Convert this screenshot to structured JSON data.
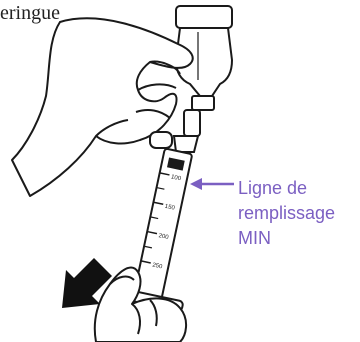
{
  "top_text": "eringue",
  "callout": {
    "line1": "Ligne de",
    "line2": "remplissage",
    "line3": "MIN"
  },
  "syringe_scale": [
    "100",
    "150",
    "200",
    "250"
  ],
  "colors": {
    "accent": "#7b5fc2",
    "line": "#1a1a1a",
    "arrow": "#111111"
  }
}
